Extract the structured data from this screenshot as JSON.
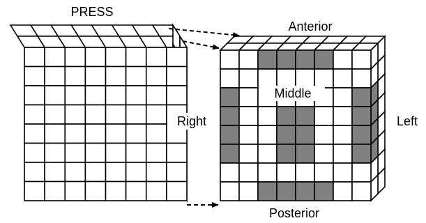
{
  "labels": {
    "press": "PRESS",
    "anterior": "Anterior",
    "middle": "Middle",
    "right": "Right",
    "left": "Left",
    "posterior": "Posterior"
  },
  "grid": {
    "rows": 8,
    "cols": 8,
    "depth_layers": 2
  },
  "highlighted_voxels": [
    [
      0,
      2
    ],
    [
      0,
      3
    ],
    [
      0,
      4
    ],
    [
      0,
      5
    ],
    [
      2,
      0
    ],
    [
      3,
      0
    ],
    [
      4,
      0
    ],
    [
      5,
      0
    ],
    [
      3,
      3
    ],
    [
      3,
      4
    ],
    [
      4,
      3
    ],
    [
      4,
      4
    ],
    [
      5,
      3
    ],
    [
      5,
      4
    ],
    [
      2,
      7
    ],
    [
      3,
      7
    ],
    [
      4,
      7
    ],
    [
      5,
      7
    ],
    [
      7,
      2
    ],
    [
      7,
      3
    ],
    [
      7,
      4
    ],
    [
      7,
      5
    ]
  ],
  "colors": {
    "line": "#000000",
    "fill": "#ffffff",
    "highlight": "#808080"
  }
}
